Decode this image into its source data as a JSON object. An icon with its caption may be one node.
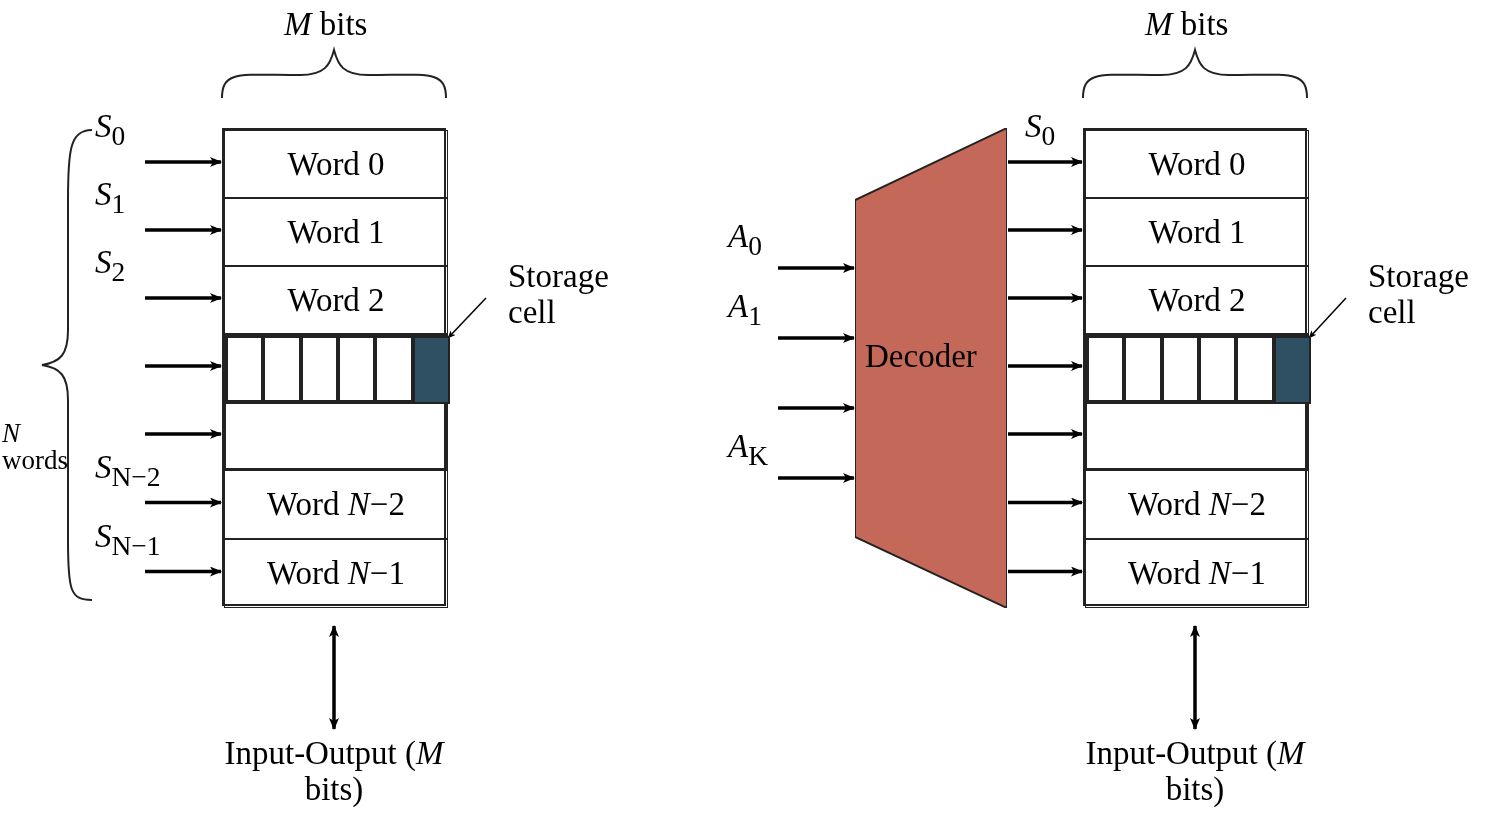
{
  "diagram": {
    "nodes": [
      {
        "text": [],
        "shape": "box"
      },
      {
        "text": [
          "Word 0"
        ],
        "in": 0
      },
      {
        "text": [
          "Word 1"
        ],
        "in": 0
      },
      {
        "text": [
          "Word 2"
        ],
        "in": 0
      },
      {
        "text": [],
        "shape": "box",
        "in": 0
      },
      {
        "text": [],
        "shape": "box",
        "in": 4
      },
      {
        "text": [],
        "shape": "box",
        "in": 4
      },
      {
        "text": [],
        "shape": "box",
        "in": 4
      },
      {
        "text": [],
        "shape": "box",
        "in": 4
      },
      {
        "text": [],
        "shape": "box",
        "in": 4
      },
      {
        "text": [],
        "shape": "box",
        "in": 4
      },
      {
        "text": [],
        "shape": "box",
        "in": 0
      },
      {
        "text": [
          "Word *N*−2"
        ],
        "in": 0
      },
      {
        "text": [
          "Word *N*−1"
        ],
        "in": 0
      },
      {
        "text": [
          "Storage cell"
        ]
      },
      {
        "text": [
          "Input-Output (*M* bits)"
        ]
      },
      {
        "text": [
          "Decoder"
        ]
      },
      {
        "text": [],
        "shape": "box"
      },
      {
        "text": [
          "Word 0"
        ],
        "in": 17
      },
      {
        "text": [
          "Word 1"
        ],
        "in": 17
      },
      {
        "text": [
          "Word 2"
        ],
        "in": 17
      },
      {
        "text": [],
        "shape": "box",
        "in": 17
      },
      {
        "text": [],
        "shape": "box",
        "in": 21
      },
      {
        "text": [],
        "shape": "box",
        "in": 21
      },
      {
        "text": [],
        "shape": "box",
        "in": 21
      },
      {
        "text": [],
        "shape": "box",
        "in": 21
      },
      {
        "text": [],
        "shape": "box",
        "in": 21
      },
      {
        "text": [],
        "shape": "box",
        "in": 21
      },
      {
        "text": [],
        "shape": "box",
        "in": 17
      },
      {
        "text": [
          "Word *N*−2"
        ],
        "in": 17
      },
      {
        "text": [
          "Word *N*−1"
        ],
        "in": 17
      },
      {
        "text": [
          "Storage cell"
        ]
      },
      {
        "text": [
          "Input-Output (*M* bits)"
        ]
      }
    ],
    "edges": [
      {
        "from": null,
        "to": 1,
        "arrow": "to",
        "label": "*S*$_{0}$"
      },
      {
        "from": null,
        "to": 2,
        "arrow": "to",
        "label": "*S*$_{1}$"
      },
      {
        "from": null,
        "to": 3,
        "arrow": "to",
        "label": "*S*$_{2}$"
      },
      {
        "from": null,
        "to": 4,
        "arrow": "to"
      },
      {
        "from": null,
        "to": 11,
        "arrow": "to"
      },
      {
        "from": null,
        "to": 12,
        "arrow": "to",
        "label": "*S*$_{N−2}$"
      },
      {
        "from": null,
        "to": 13,
        "arrow": "to",
        "label": "*S*$_{N−1}$"
      },
      {
        "from": 14,
        "to": 10,
        "arrow": "to"
      },
      {
        "from": 0,
        "to": 15,
        "arrow": "both"
      },
      {
        "from": null,
        "to": 16,
        "arrow": "to",
        "label": "*A*$_{0}$"
      },
      {
        "from": null,
        "to": 16,
        "arrow": "to",
        "label": "*A*$_{1}$"
      },
      {
        "from": null,
        "to": 16,
        "arrow": "to"
      },
      {
        "from": null,
        "to": 16,
        "arrow": "to",
        "label": "*A*$_{K}$"
      },
      {
        "from": 16,
        "to": 18,
        "arrow": "to",
        "label": "*S*$_{0}$"
      },
      {
        "from": 16,
        "to": 19,
        "arrow": "to"
      },
      {
        "from": 16,
        "to": 20,
        "arrow": "to"
      },
      {
        "from": 16,
        "to": 21,
        "arrow": "to"
      },
      {
        "from": 16,
        "to": 28,
        "arrow": "to"
      },
      {
        "from": 16,
        "to": 29,
        "arrow": "to"
      },
      {
        "from": 16,
        "to": 30,
        "arrow": "to"
      },
      {
        "from": 31,
        "to": 27,
        "arrow": "to"
      },
      {
        "from": 17,
        "to": 32,
        "arrow": "both"
      }
    ],
    "labels": [
      "*M* bits",
      "*N* words",
      "*M* bits"
    ]
  }
}
